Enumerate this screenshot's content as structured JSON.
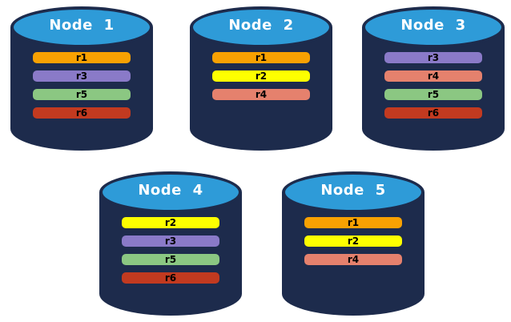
{
  "canvas": {
    "background": "#FFFFFF"
  },
  "cylinder_colors": {
    "body": "#1D2B4C",
    "top": "#2E9BD8"
  },
  "nodes": [
    {
      "label": "Node 1",
      "replicas": [
        {
          "id": "r1",
          "color": "#F8A102"
        },
        {
          "id": "r3",
          "color": "#8A7AC8"
        },
        {
          "id": "r5",
          "color": "#8BC782"
        },
        {
          "id": "r6",
          "color": "#C23A20"
        }
      ]
    },
    {
      "label": "Node 2",
      "replicas": [
        {
          "id": "r1",
          "color": "#F8A102"
        },
        {
          "id": "r2",
          "color": "#FDFF00"
        },
        {
          "id": "r4",
          "color": "#E5816D"
        }
      ]
    },
    {
      "label": "Node 3",
      "replicas": [
        {
          "id": "r3",
          "color": "#8A7AC8"
        },
        {
          "id": "r4",
          "color": "#E5816D"
        },
        {
          "id": "r5",
          "color": "#8BC782"
        },
        {
          "id": "r6",
          "color": "#C23A20"
        }
      ]
    },
    {
      "label": "Node 4",
      "replicas": [
        {
          "id": "r2",
          "color": "#FDFF00"
        },
        {
          "id": "r3",
          "color": "#8A7AC8"
        },
        {
          "id": "r5",
          "color": "#8BC782"
        },
        {
          "id": "r6",
          "color": "#C23A20"
        }
      ]
    },
    {
      "label": "Node 5",
      "replicas": [
        {
          "id": "r1",
          "color": "#F8A102"
        },
        {
          "id": "r2",
          "color": "#FDFF00"
        },
        {
          "id": "r4",
          "color": "#E5816D"
        }
      ]
    }
  ]
}
